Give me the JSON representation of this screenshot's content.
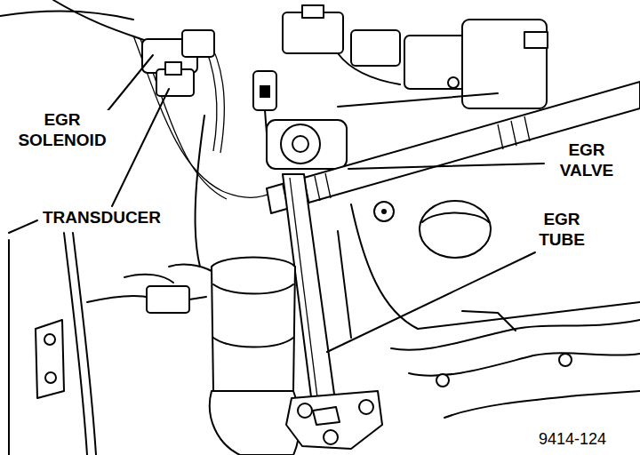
{
  "diagram": {
    "labels": [
      "EGR SOLENOID",
      "TRANSDUCER",
      "EGR VALVE",
      "EGR TUBE",
      "9414-124"
    ]
  }
}
